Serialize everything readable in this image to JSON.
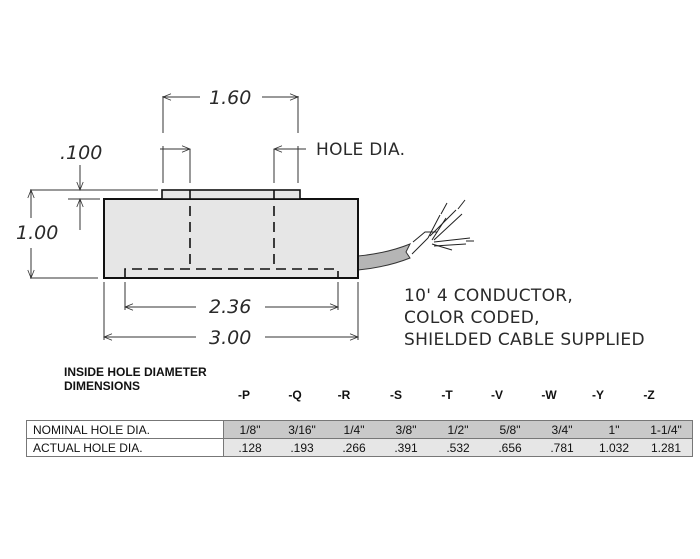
{
  "dimensions": {
    "hole_spacing": "1.60",
    "hole_dia_label": "HOLE DIA.",
    "top_step": ".100",
    "height": "1.00",
    "inner_width": "2.36",
    "overall_width": "3.00"
  },
  "cable_note": {
    "lines": [
      "10' 4 CONDUCTOR,",
      "COLOR CODED,",
      "SHIELDED CABLE SUPPLIED"
    ]
  },
  "table": {
    "heading_lines": [
      "INSIDE HOLE DIAMETER",
      "DIMENSIONS"
    ],
    "columns": [
      "-P",
      "-Q",
      "-R",
      "-S",
      "-T",
      "-V",
      "-W",
      "-Y",
      "-Z"
    ],
    "rows": [
      {
        "label": "NOMINAL HOLE DIA.",
        "values": [
          "1/8\"",
          "3/16\"",
          "1/4\"",
          "3/8\"",
          "1/2\"",
          "5/8\"",
          "3/4\"",
          "1\"",
          "1-1/4\""
        ]
      },
      {
        "label": "ACTUAL HOLE DIA.",
        "values": [
          ".128",
          ".193",
          ".266",
          ".391",
          ".532",
          ".656",
          ".781",
          "1.032",
          "1.281"
        ]
      }
    ]
  },
  "colors": {
    "body_fill": "#e6e6e6",
    "cable_fill": "#b5b5b5",
    "line": "#1a1a1a",
    "nominal_row_bg": "#c9c9c9",
    "actual_row_bg": "#e6e6e6"
  }
}
